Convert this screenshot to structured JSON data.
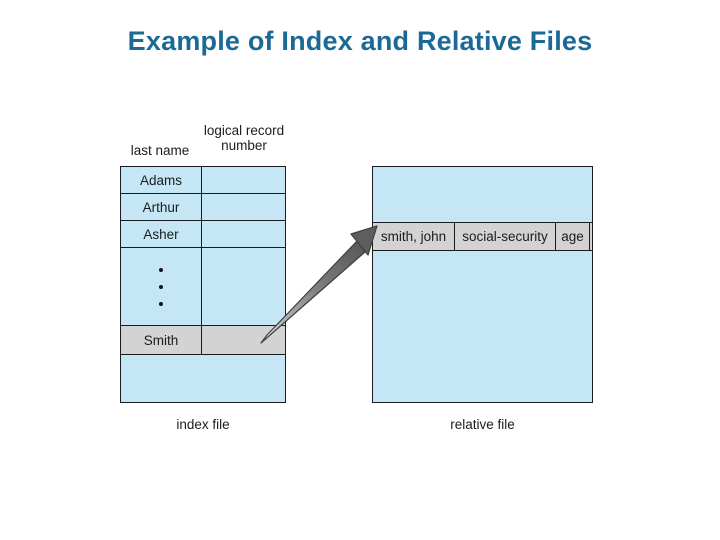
{
  "slide": {
    "title": "Example of Index and Relative Files",
    "title_color": "#1b6a96",
    "background": "#ffffff"
  },
  "figure": {
    "fill_color": "#c5e6f5",
    "highlight_color": "#d3d3d3",
    "border_color": "#1a1a22",
    "index_file": {
      "caption": "index file",
      "headers": {
        "last_name": "last name",
        "logical_record_number_line1": "logical record",
        "logical_record_number_line2": "number"
      },
      "rows": [
        {
          "last_name": "Adams",
          "logical_record_number": "",
          "highlighted": false
        },
        {
          "last_name": "Arthur",
          "logical_record_number": "",
          "highlighted": false
        },
        {
          "last_name": "Asher",
          "logical_record_number": "",
          "highlighted": false
        },
        {
          "last_name": "",
          "logical_record_number": "",
          "highlighted": false,
          "ellipsis": true
        },
        {
          "last_name": "Smith",
          "logical_record_number": "",
          "highlighted": true
        },
        {
          "last_name": "",
          "logical_record_number": "",
          "highlighted": false
        }
      ]
    },
    "relative_file": {
      "caption": "relative file",
      "record": {
        "name": "smith, john",
        "social_security": "social-security",
        "age": "age"
      }
    },
    "arrow": {
      "name": "pointer-arrow",
      "direction": "up-right",
      "from": "index file Smith record",
      "to": "relative file smith, john record",
      "color": "#6e6e6e"
    }
  }
}
